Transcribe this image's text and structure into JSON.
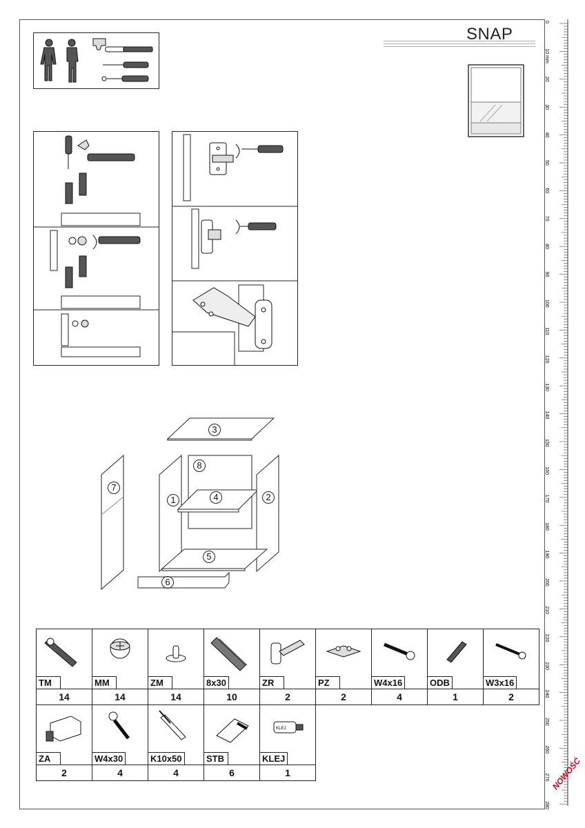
{
  "header": {
    "title": "SNAP",
    "badge": "NOWOŚĆ"
  },
  "ruler": {
    "unit": "mm",
    "labels": [
      "0",
      "10 mm",
      "20",
      "30",
      "40",
      "50",
      "60",
      "70",
      "80",
      "90",
      "100",
      "110",
      "120",
      "130",
      "140",
      "150",
      "160",
      "170",
      "180",
      "190",
      "200",
      "210",
      "220",
      "230",
      "240",
      "250",
      "260",
      "270",
      "280"
    ]
  },
  "panels": {
    "labels": [
      "3",
      "8",
      "7",
      "4",
      "1",
      "2",
      "5",
      "6"
    ]
  },
  "parts": {
    "row1": [
      {
        "code": "TM",
        "qty": "14",
        "icon": "dowel-cam-bolt-icon"
      },
      {
        "code": "MM",
        "qty": "14",
        "icon": "cam-lock-icon"
      },
      {
        "code": "ZM",
        "qty": "14",
        "icon": "cam-cap-icon"
      },
      {
        "code": "8x30",
        "qty": "10",
        "icon": "wooden-dowel-icon"
      },
      {
        "code": "ZR",
        "qty": "2",
        "icon": "hinge-icon"
      },
      {
        "code": "PZ",
        "qty": "2",
        "icon": "hinge-plate-icon"
      },
      {
        "code": "W4x16",
        "qty": "4",
        "icon": "screw-icon"
      },
      {
        "code": "ODB",
        "qty": "1",
        "icon": "bumper-strip-icon"
      },
      {
        "code": "W3x16",
        "qty": "2",
        "icon": "small-screw-icon"
      }
    ],
    "row2": [
      {
        "code": "ZA",
        "qty": "2",
        "icon": "hanger-bracket-icon"
      },
      {
        "code": "W4x30",
        "qty": "4",
        "icon": "long-screw-icon"
      },
      {
        "code": "K10x50",
        "qty": "4",
        "icon": "wall-plug-icon"
      },
      {
        "code": "STB",
        "qty": "6",
        "icon": "shelf-support-icon"
      },
      {
        "code": "KLEJ",
        "qty": "1",
        "icon": "glue-tube-icon"
      }
    ],
    "glue_label": "KLEJ"
  }
}
